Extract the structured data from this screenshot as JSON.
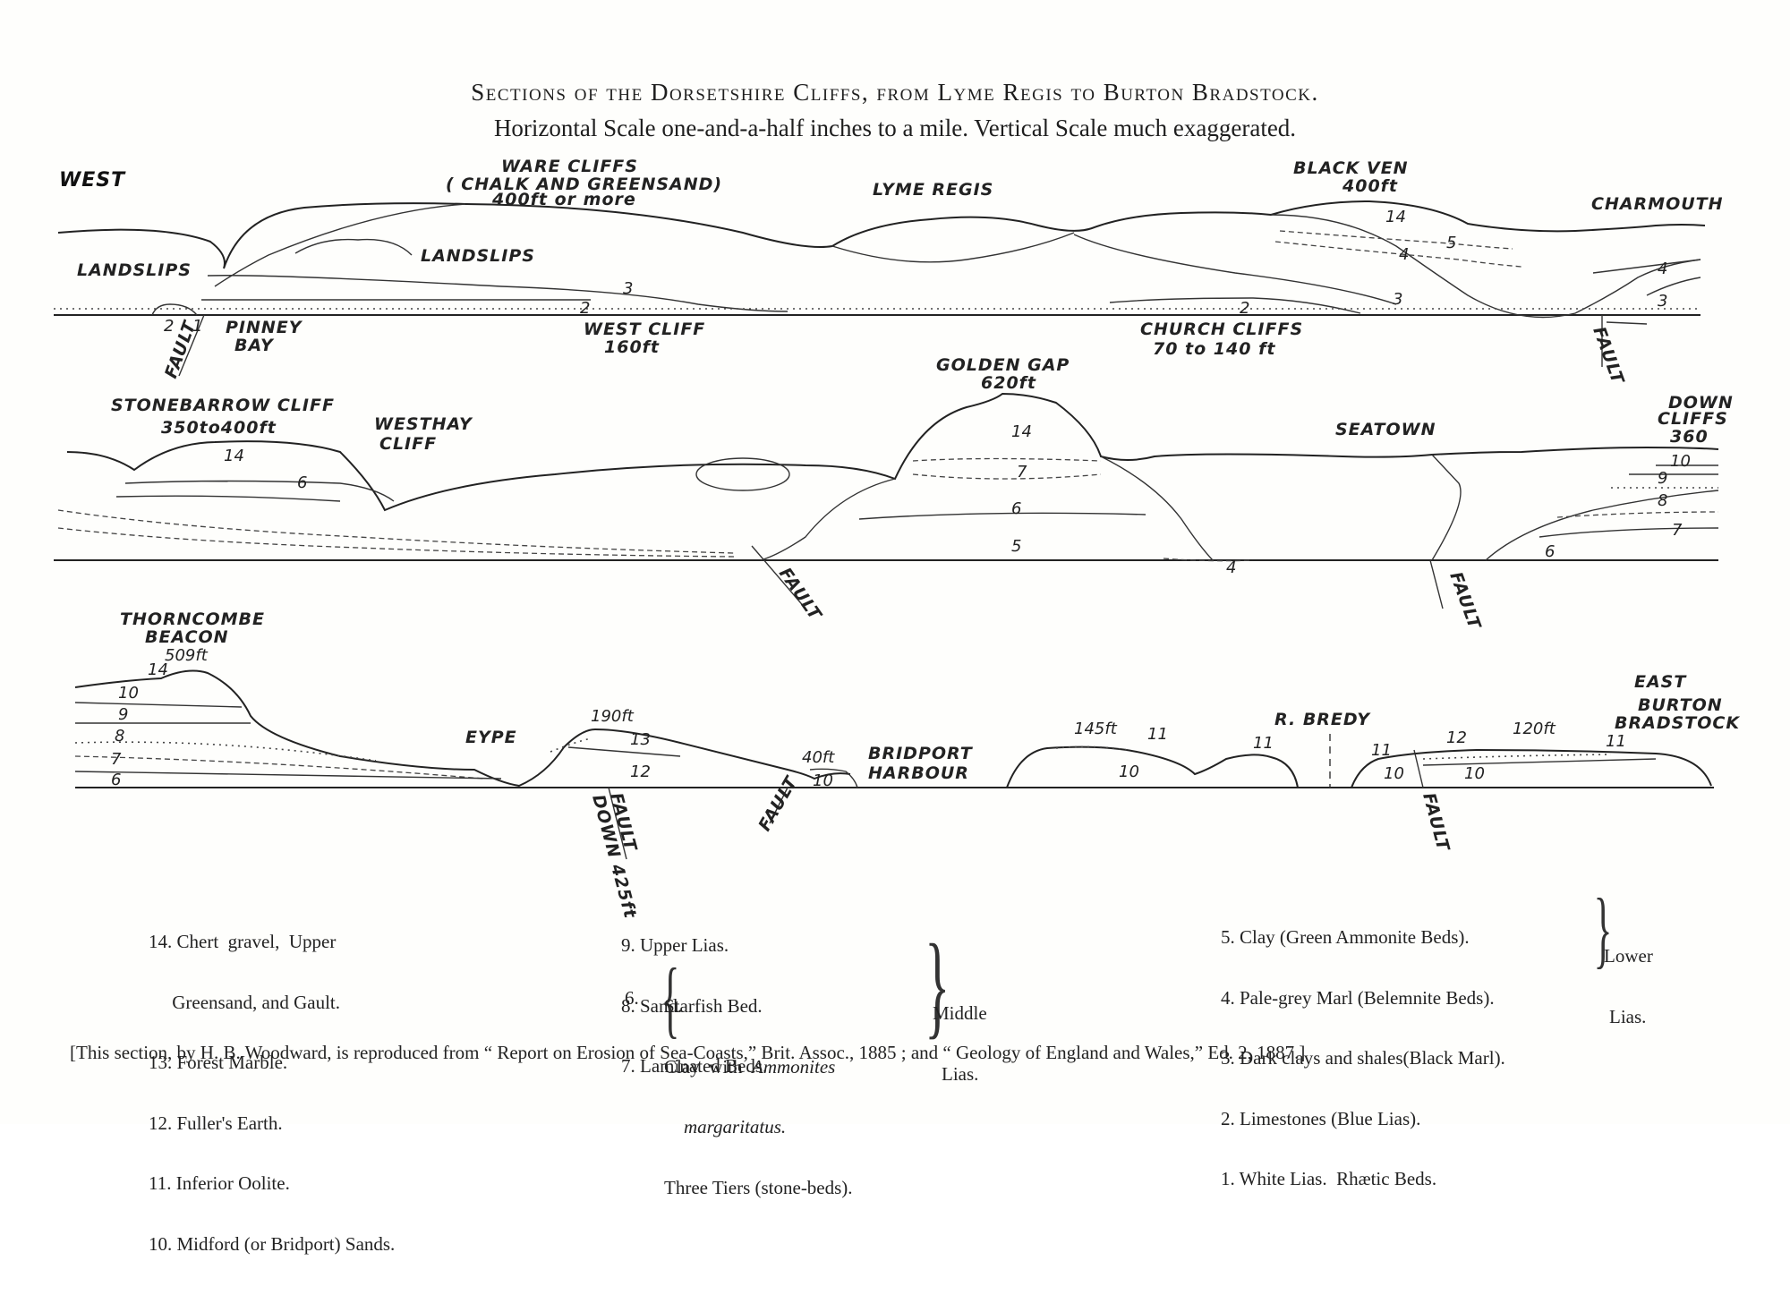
{
  "title": "Sections of the Dorsetshire Cliffs, from Lyme Regis to Burton Bradstock.",
  "subtitle": "Horizontal Scale one-and-a-half inches to a mile.   Vertical Scale much exaggerated.",
  "section1": {
    "west": "WEST",
    "ware_cliffs": "WARE CLIFFS",
    "ware_cliffs_sub": "( CHALK AND GREENSAND)",
    "ware_cliffs_height": "400ft or more",
    "lyme_regis": "LYME REGIS",
    "black_ven": "BLACK VEN",
    "black_ven_height": "400ft",
    "charmouth": "CHARMOUTH",
    "landslips_left": "LANDSLIPS",
    "landslips_mid": "LANDSLIPS",
    "pinney_bay": "PINNEY",
    "pinney_bay2": "BAY",
    "west_cliff": "WEST CLIFF",
    "west_cliff_height": "160ft",
    "church_cliffs": "CHURCH CLIFFS",
    "church_cliffs_height": "70 to 140 ft",
    "fault_left": "FAULT",
    "fault_right": "FAULT",
    "numbers": [
      "2",
      "1",
      "3",
      "2",
      "2",
      "14",
      "5",
      "4",
      "3",
      "4",
      "3"
    ]
  },
  "section2": {
    "stonebarrow": "STONEBARROW CLIFF",
    "stonebarrow_height": "350to400ft",
    "westhay": "WESTHAY",
    "westhay2": "CLIFF",
    "golden_gap": "GOLDEN GAP",
    "golden_gap_height": "620ft",
    "seatown": "SEATOWN",
    "down_cliffs": "DOWN",
    "down_cliffs2": "CLIFFS",
    "down_cliffs_height": "360",
    "fault_left": "FAULT",
    "fault_right": "FAULT",
    "numbers": [
      "14",
      "6",
      "14",
      "7",
      "6",
      "5",
      "4",
      "10",
      "9",
      "8",
      "7",
      "6"
    ]
  },
  "section3": {
    "thorncombe": "THORNCOMBE",
    "beacon": "BEACON",
    "thorncombe_height": "509ft",
    "eype": "EYPE",
    "h190": "190ft",
    "h40": "40ft",
    "bridport": "BRIDPORT",
    "harbour": "HARBOUR",
    "h145": "145ft",
    "r_bredy": "R. BREDY",
    "h120": "120ft",
    "east": "EAST",
    "burton": "BURTON",
    "bradstock": "BRADSTOCK",
    "fault_down": "FAULT",
    "fault_down2": "DOWN 425ft",
    "fault_mid": "FAULT",
    "fault_right": "FAULT",
    "numbers": [
      "14",
      "10",
      "9",
      "8",
      "7",
      "6",
      "13",
      "12",
      "10",
      "11",
      "10",
      "11",
      "11",
      "12",
      "11",
      "10",
      "10"
    ]
  },
  "legend": {
    "col1": [
      "14. Chert  gravel,  Upper",
      "     Greensand, and Gault.",
      "13. Forest Marble.",
      "12. Fuller's Earth.",
      "11. Inferior Oolite.",
      "10. Midford (or Bridport) Sands."
    ],
    "col2": [
      "9. Upper Lias.",
      "8. Sand.",
      "7. Laminated Beds."
    ],
    "col2_six_num": "6.",
    "col2_six": [
      "Starfish Bed.",
      "Clay  with",
      "Ammonites",
      "margaritatus.",
      "Three Tiers (stone-beds)."
    ],
    "middle_lias": "Middle",
    "middle_lias2": "Lias.",
    "col3": [
      "5. Clay (Green Ammonite Beds).",
      "4. Pale-grey Marl (Belemnite Beds).",
      "3. Dark clays and shales(Black Marl).",
      "2. Limestones (Blue Lias).",
      "1. White Lias.  Rhætic Beds."
    ],
    "lower_lias": "Lower",
    "lower_lias2": "Lias."
  },
  "footnote": "[This section, by H. B. Woodward, is reproduced from “ Report on Erosion of Sea-Coasts,” Brit. Assoc., 1885 ; and “ Geology of England and Wales,” Ed. 2, 1887.]"
}
